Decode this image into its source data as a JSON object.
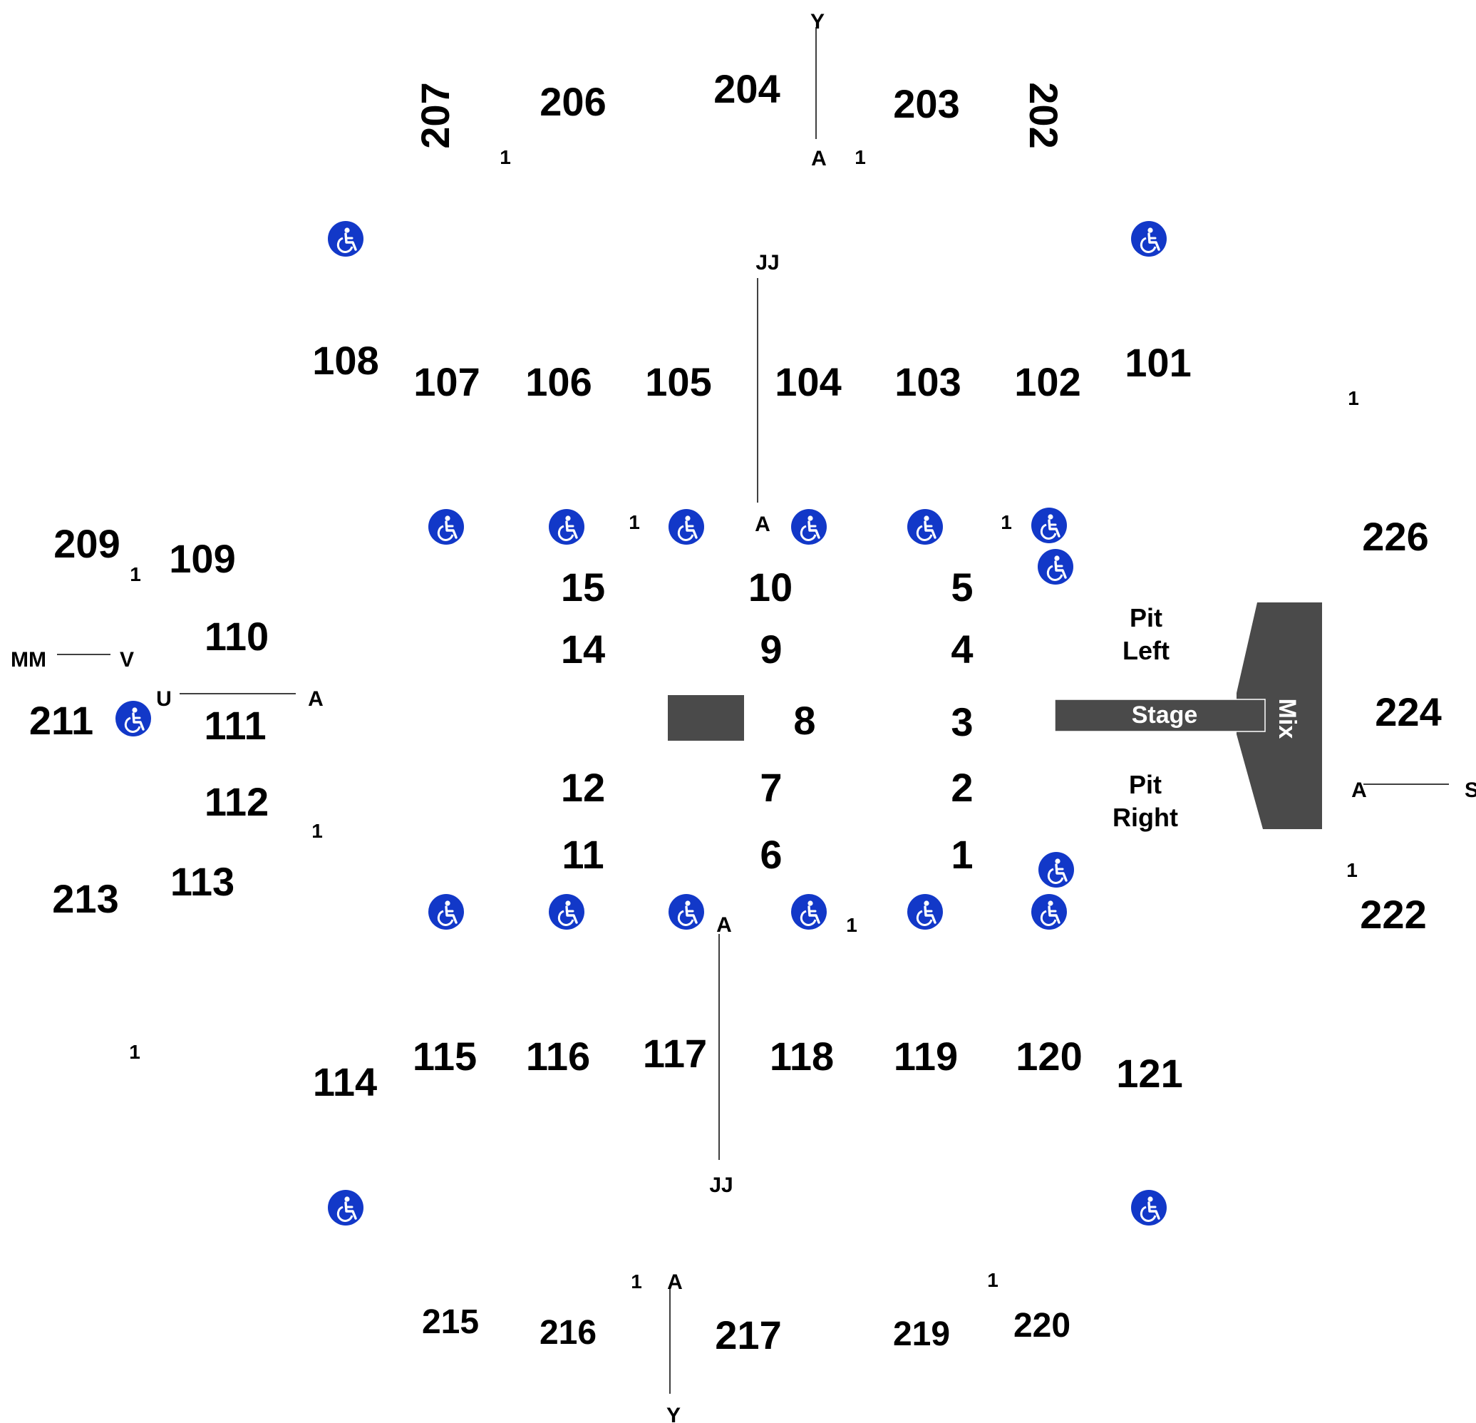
{
  "colors": {
    "background": "#ffffff",
    "text": "#000000",
    "stage_fill": "#4a4a4a",
    "accessibility_blue": "#1238c8"
  },
  "sections_upper": {
    "s202": "202",
    "s203": "203",
    "s204": "204",
    "s206": "206",
    "s207": "207",
    "s209": "209",
    "s211": "211",
    "s213": "213",
    "s215": "215",
    "s216": "216",
    "s217": "217",
    "s219": "219",
    "s220": "220",
    "s222": "222",
    "s224": "224",
    "s226": "226"
  },
  "sections_lower": {
    "s101": "101",
    "s102": "102",
    "s103": "103",
    "s104": "104",
    "s105": "105",
    "s106": "106",
    "s107": "107",
    "s108": "108",
    "s109": "109",
    "s110": "110",
    "s111": "111",
    "s112": "112",
    "s113": "113",
    "s114": "114",
    "s115": "115",
    "s116": "116",
    "s117": "117",
    "s118": "118",
    "s119": "119",
    "s120": "120",
    "s121": "121"
  },
  "floor_sections": {
    "f1": "1",
    "f2": "2",
    "f3": "3",
    "f4": "4",
    "f5": "5",
    "f6": "6",
    "f7": "7",
    "f8": "8",
    "f9": "9",
    "f10": "10",
    "f11": "11",
    "f12": "12",
    "f14": "14",
    "f15": "15"
  },
  "stage": {
    "label": "Stage",
    "mix": "Mix",
    "pit_left": [
      "Pit",
      "Left"
    ],
    "pit_right": [
      "Pit",
      "Right"
    ]
  },
  "row_markers": {
    "top_y": "Y",
    "top_a": "A",
    "upper_jj": "JJ",
    "upper_a": "A",
    "lower_a": "A",
    "lower_jj": "JJ",
    "bottom_a": "A",
    "bottom_y": "Y",
    "left_mm": "MM",
    "left_v": "V",
    "left_u": "U",
    "left_a": "A",
    "right_a": "A",
    "right_s": "S"
  },
  "seat_ones": {
    "one": "1"
  },
  "icons": [
    "wheelchair-icon"
  ]
}
